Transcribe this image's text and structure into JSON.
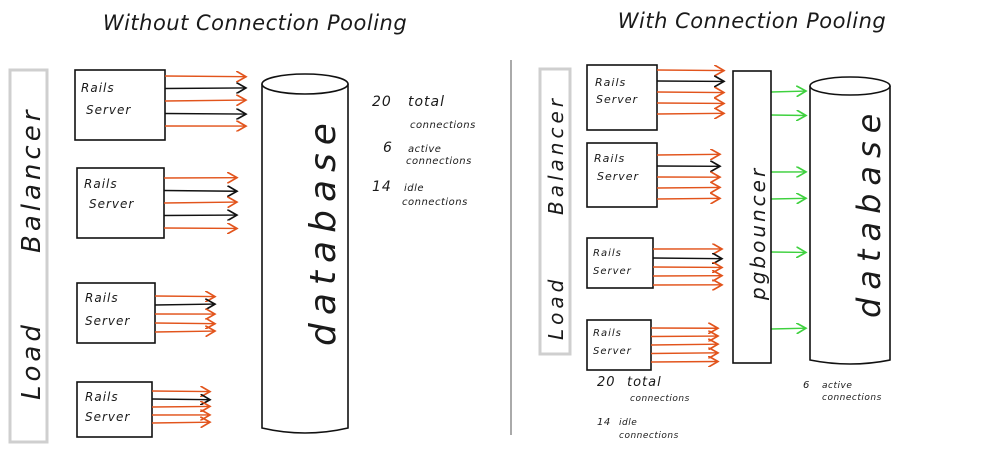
{
  "left": {
    "title": "Without Connection Pooling",
    "load_balancer": {
      "word_top": "Balancer",
      "word_bottom": "Load"
    },
    "servers": [
      {
        "line1": "Rails",
        "line2": "Server",
        "active": 2,
        "idle": 3
      },
      {
        "line1": "Rails",
        "line2": "Server",
        "active": 2,
        "idle": 3
      },
      {
        "line1": "Rails",
        "line2": "Server",
        "active": 1,
        "idle": 4
      },
      {
        "line1": "Rails",
        "line2": "Server",
        "active": 1,
        "idle": 4
      }
    ],
    "database_label": "database",
    "notes": {
      "total_count": "20",
      "total_word": "total",
      "total_line2": "connections",
      "active_count": "6",
      "active_word": "active",
      "active_line2": "connections",
      "idle_count": "14",
      "idle_word": "idle",
      "idle_line2": "connections"
    }
  },
  "right": {
    "title": "With Connection Pooling",
    "load_balancer": {
      "word_top": "Balancer",
      "word_bottom": "Load"
    },
    "servers": [
      {
        "line1": "Rails",
        "line2": "Server",
        "active": 1,
        "idle": 4
      },
      {
        "line1": "Rails",
        "line2": "Server",
        "active": 1,
        "idle": 4
      },
      {
        "line1": "Rails",
        "line2": "Server",
        "active": 1,
        "idle": 4
      },
      {
        "line1": "Rails",
        "line2": "Server",
        "active": 0,
        "idle": 5
      }
    ],
    "pooler_label": "pgbouncer",
    "pool_connections": 6,
    "database_label": "database",
    "notes": {
      "total_count": "20",
      "total_word": "total",
      "total_line2": "connections",
      "idle_count": "14",
      "idle_word": "idle",
      "idle_line2": "connections",
      "active_count": "6",
      "active_word": "active",
      "active_line2": "connections"
    }
  },
  "colors": {
    "active": "#111111",
    "idle": "#e2541c",
    "pool": "#3fd13f"
  }
}
